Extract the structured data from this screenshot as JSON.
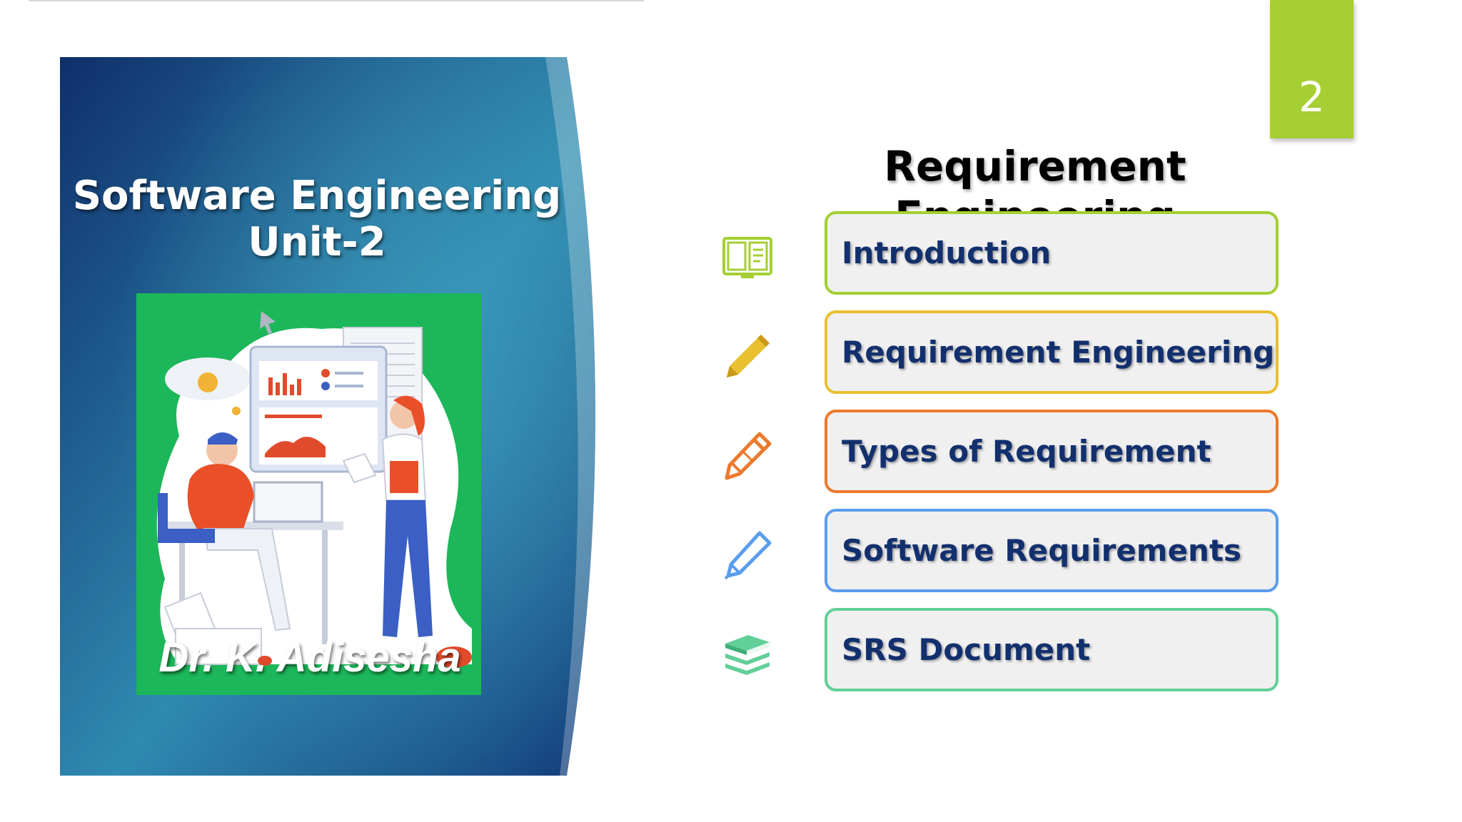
{
  "slide": {
    "page_number": "2"
  },
  "left_panel": {
    "title_line1": "Software Engineering",
    "title_line2": "Unit-2",
    "illustration_icon": "presentation-illustration",
    "author": "Dr. K. Adisesha"
  },
  "main": {
    "heading": "Requirement Engineering",
    "items": [
      {
        "label": "Introduction",
        "icon": "book-icon",
        "color": "#a5cf33"
      },
      {
        "label": "Requirement Engineering",
        "icon": "pencil-icon",
        "color": "#e8c030"
      },
      {
        "label": "Types of Requirement",
        "icon": "pencil-outline-icon",
        "color": "#ec7a2c"
      },
      {
        "label": "Software Requirements",
        "icon": "pen-icon",
        "color": "#5b9ded"
      },
      {
        "label": "SRS Document",
        "icon": "stack-books-icon",
        "color": "#62cf98"
      }
    ]
  },
  "colors": {
    "panel_dark": "#0f2f6b",
    "panel_light": "#2f8ab0",
    "badge": "#a5cf33",
    "illustration_bg": "#1cb75a",
    "label_text": "#13306e"
  }
}
